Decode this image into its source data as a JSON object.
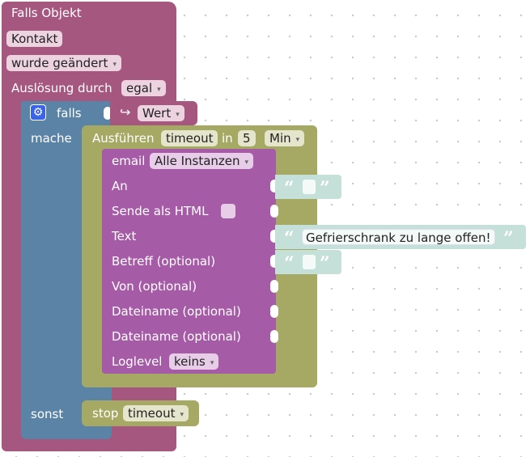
{
  "trigger": {
    "title": "Falls Objekt",
    "object_id": "Kontakt",
    "condition": "wurde geändert",
    "trigger_by_label": "Auslösung durch",
    "trigger_by_value": "egal"
  },
  "if_block": {
    "if_label": "falls",
    "do_label": "mache",
    "else_label": "sonst",
    "value_label": "Wert"
  },
  "timeout": {
    "label": "Ausführen",
    "name": "timeout",
    "in_label": "in",
    "amount": "5",
    "unit": "Min"
  },
  "email": {
    "label": "email",
    "instance": "Alle Instanzen",
    "to_label": "An",
    "html_label": "Sende als HTML",
    "text_label": "Text",
    "text_value": "Gefrierschrank zu lange offen!",
    "subject_label": "Betreff (optional)",
    "from_label": "Von (optional)",
    "file1_label": "Dateiname (optional)",
    "file2_label": "Dateiname (optional)",
    "loglevel_label": "Loglevel",
    "loglevel_value": "keins"
  },
  "stop": {
    "label": "stop",
    "value": "timeout"
  },
  "icons": {
    "quote_open": "“",
    "quote_close": "”",
    "gear": "⚙",
    "arrow": "↪",
    "dropdown": "▾"
  },
  "colors": {
    "trigger": "#a5577f",
    "if": "#5b83a6",
    "timeout": "#a5a963",
    "email": "#a55ba5",
    "text": "#c4e0d9"
  }
}
